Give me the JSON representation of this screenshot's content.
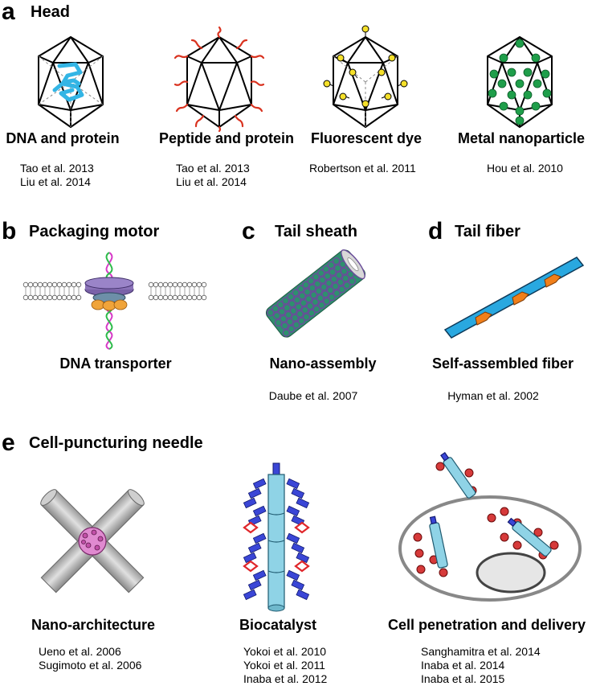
{
  "panel_a": {
    "letter": "a",
    "title": "Head",
    "items": [
      {
        "title": "DNA and protein",
        "refs": [
          "Tao et al. 2013",
          "Liu et al. 2014"
        ]
      },
      {
        "title": "Peptide and protein",
        "refs": [
          "Tao et al. 2013",
          "Liu et al. 2014"
        ]
      },
      {
        "title": "Fluorescent dye",
        "refs": [
          "Robertson et al. 2011"
        ]
      },
      {
        "title": "Metal nanoparticle",
        "refs": [
          "Hou et al. 2010"
        ]
      }
    ]
  },
  "panel_b": {
    "letter": "b",
    "title": "Packaging motor",
    "item_title": "DNA transporter",
    "refs": []
  },
  "panel_c": {
    "letter": "c",
    "title": "Tail sheath",
    "item_title": "Nano-assembly",
    "refs": [
      "Daube et al. 2007"
    ]
  },
  "panel_d": {
    "letter": "d",
    "title": "Tail fiber",
    "item_title": "Self-assembled fiber",
    "refs": [
      "Hyman et al. 2002"
    ]
  },
  "panel_e": {
    "letter": "e",
    "title": "Cell-puncturing needle",
    "items": [
      {
        "title": "Nano-architecture",
        "refs": [
          "Ueno et al. 2006",
          "Sugimoto et al. 2006"
        ]
      },
      {
        "title": "Biocatalyst",
        "refs": [
          "Yokoi et al. 2010",
          "Yokoi et al. 2011",
          "Inaba et al. 2012"
        ]
      },
      {
        "title": "Cell penetration and delivery",
        "refs": [
          "Sanghamitra et al. 2014",
          "Inaba et al. 2014",
          "Inaba et al. 2015"
        ]
      }
    ]
  },
  "colors": {
    "dna_cyan": "#33b5e5",
    "peptide_red": "#d9321f",
    "dye_yellow": "#f5e02a",
    "metal_green": "#1f9e4a",
    "sheath_green": "#2e8f6e",
    "sheath_purple": "#6a4d9a",
    "fiber_blue": "#29a8e0",
    "fiber_orange": "#f07f1a",
    "needle_cyan": "#8fd3e6",
    "enzyme_blue": "#3a46d6",
    "diamond_red": "#e0262a",
    "particle_red": "#d63a3a",
    "x_gray": "#b5b5b5",
    "pink_ball": "#e08ad0"
  }
}
